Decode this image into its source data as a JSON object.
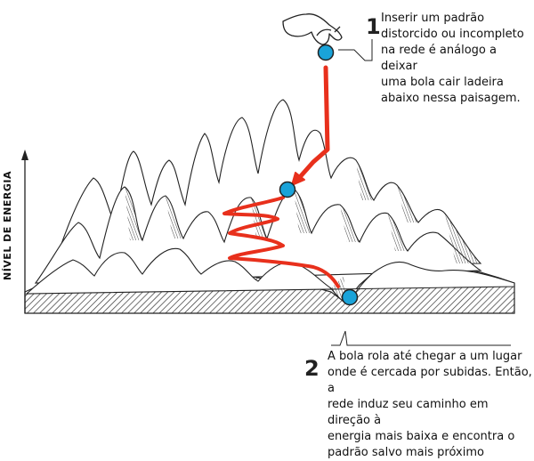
{
  "y_axis": {
    "label": "NÍVEL DE ENERGIA"
  },
  "steps": [
    {
      "number": "1",
      "lines": [
        "Inserir um padrão",
        "distorcido ou incompleto",
        "na rede é análogo a deixar",
        "uma bola cair ladeira",
        "abaixo nessa paisagem."
      ]
    },
    {
      "number": "2",
      "lines": [
        "A bola rola até chegar a um lugar",
        "onde é cercada por subidas. Então, a",
        "rede induz seu caminho em direção à",
        "energia mais baixa e encontra o",
        "padrão salvo mais próximo"
      ]
    }
  ],
  "colors": {
    "ball": "#1aa3d9",
    "path": "#e8301c",
    "ink": "#222222"
  },
  "icons": [
    "hand-icon"
  ]
}
